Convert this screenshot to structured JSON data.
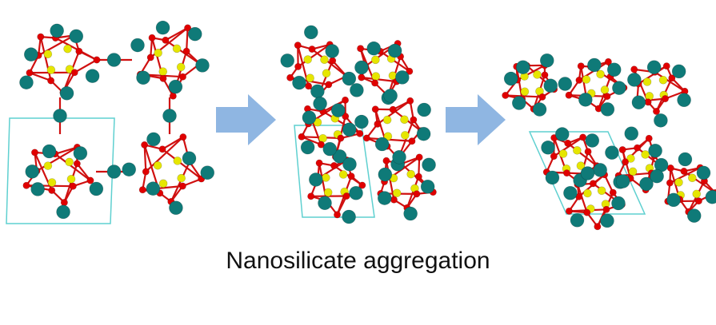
{
  "caption": "Nanosilicate aggregation",
  "colors": {
    "metal_atom": "#0f7a78",
    "oxygen_atom": "#e00000",
    "silicon_atom": "#e6e600",
    "bond": "#d01010",
    "unit_cell": "#5fd0d0",
    "arrow": "#8fb6e2"
  },
  "panels": [
    "isolated-nanosilicate-units",
    "partially-aggregated-structure",
    "fully-aggregated-structure"
  ]
}
